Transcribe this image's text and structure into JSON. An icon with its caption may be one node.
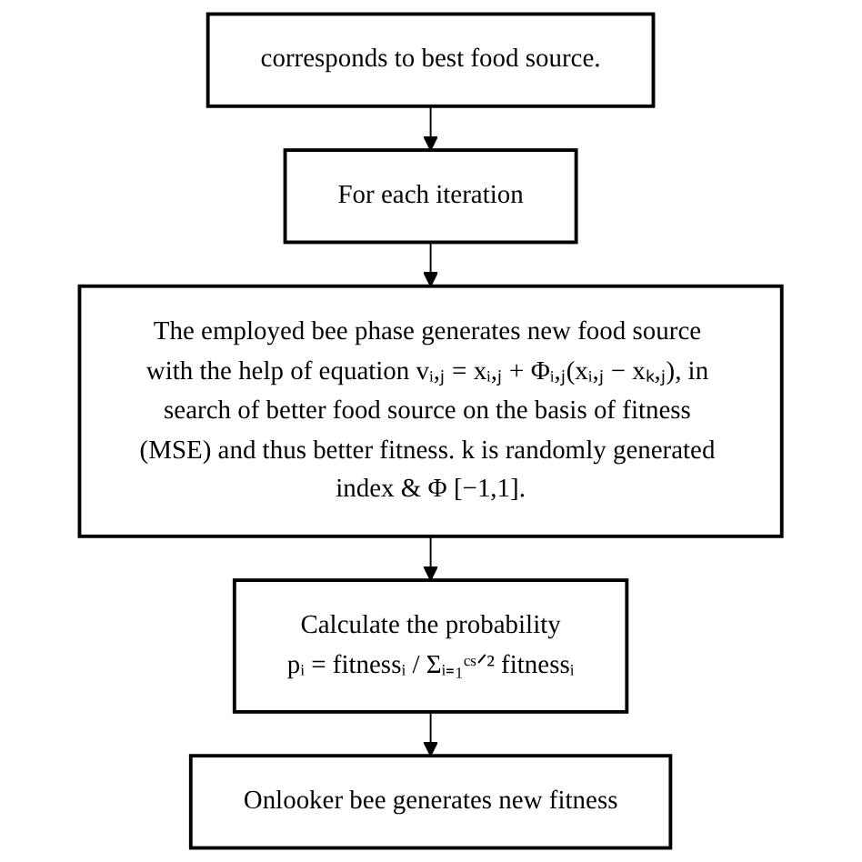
{
  "diagram": {
    "nodes": [
      {
        "text": [
          "corresponds to best food source."
        ]
      },
      {
        "text": [
          "For each iteration"
        ]
      },
      {
        "text": [
          "The employed bee phase generates new food source with the help of equation vᵢ,ⱼ = xᵢ,ⱼ + Φᵢ,ⱼ(xᵢ,ⱼ − xₖ,ⱼ), in search of better food source on the basis of fitness (MSE) and thus better fitness. k is randomly generated index & Φ [−1,1]."
        ]
      },
      {
        "text": [
          "Calculate the probability",
          "pᵢ = fitnessᵢ / Σᵢ₌₁ᶜˢᐟ² fitnessᵢ"
        ]
      },
      {
        "text": [
          "Onlooker bee generates new fitness"
        ]
      }
    ],
    "edges": [
      {
        "from": 0,
        "to": 1,
        "arrow": "to"
      },
      {
        "from": 1,
        "to": 2,
        "arrow": "to"
      },
      {
        "from": 2,
        "to": 3,
        "arrow": "to"
      },
      {
        "from": 3,
        "to": 4,
        "arrow": "to"
      }
    ]
  }
}
